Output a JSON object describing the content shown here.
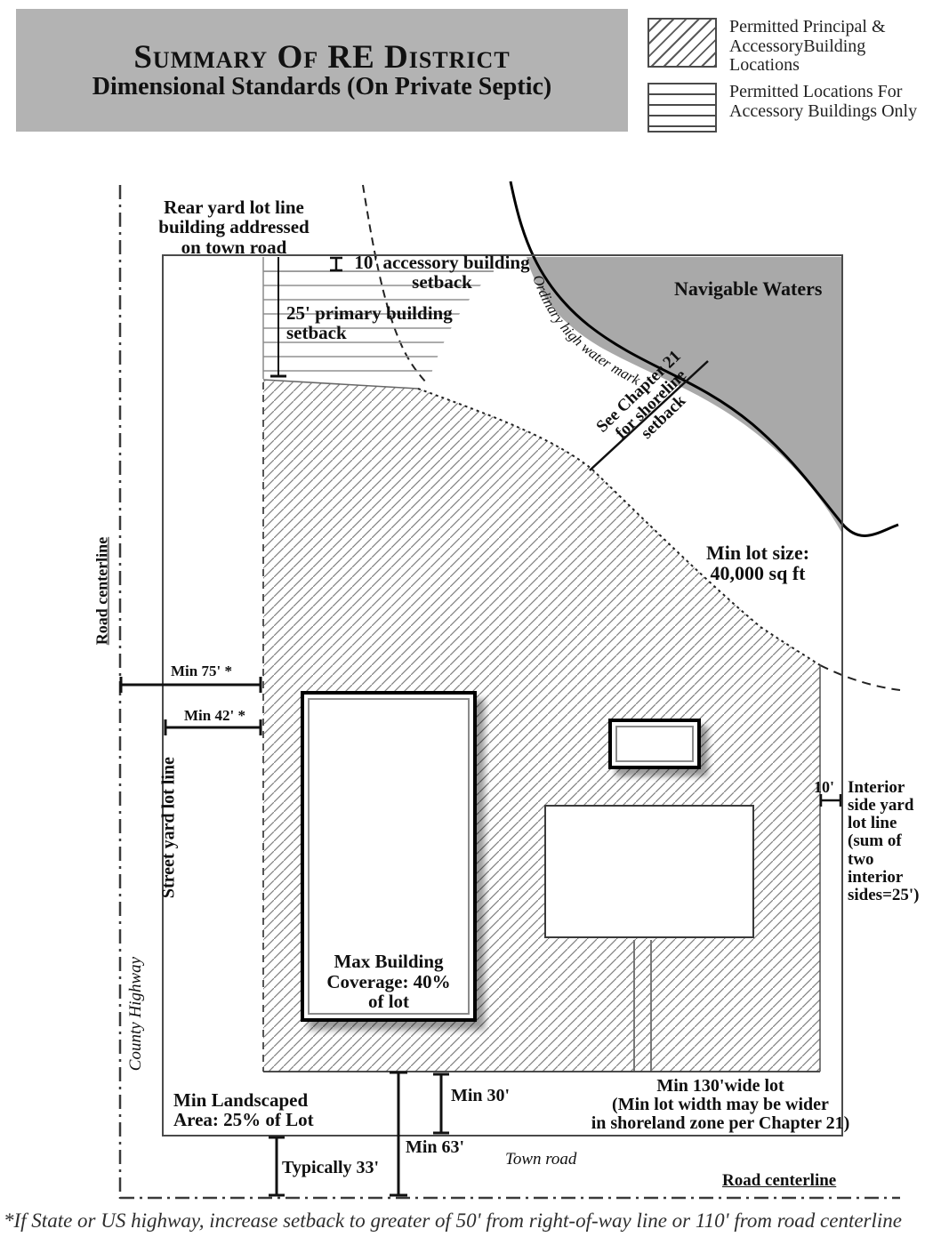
{
  "title": {
    "line1": "Summary Of RE District",
    "line2": "Dimensional Standards (On Private Septic)"
  },
  "legend": {
    "items": [
      {
        "icon": "diagonal-hatch-swatch",
        "lines": [
          "Permitted Principal &",
          "AccessoryBuilding",
          "Locations"
        ]
      },
      {
        "icon": "horizontal-lines-swatch",
        "lines": [
          "Permitted Locations For",
          "Accessory Buildings Only"
        ]
      }
    ]
  },
  "labels": {
    "rear_yard": [
      "Rear yard lot line",
      "building addressed",
      "on town road"
    ],
    "accessory_setback": [
      "10' accessory building",
      "setback"
    ],
    "primary_setback": [
      "25' primary building",
      "setback"
    ],
    "navigable_waters": "Navigable Waters",
    "ordinary_high_water_mark": "Ordinary high water mark",
    "shoreline_setback": [
      "See Chapter 21",
      "for shoreline",
      "setback"
    ],
    "min_lot_size": [
      "Min lot size:",
      "40,000 sq ft"
    ],
    "road_centerline_left": "Road centerline",
    "min_75": "Min 75' *",
    "min_42": "Min 42' *",
    "street_yard_lot_line": "Street yard lot line",
    "county_highway": "County Highway",
    "max_building_coverage": [
      "Max Building",
      "Coverage: 40%",
      "of lot"
    ],
    "interior_10": "10'",
    "interior_side_yard": [
      "Interior",
      "side yard",
      "lot line",
      "(sum of",
      "two",
      "interior",
      "sides=25')"
    ],
    "min_landscaped": [
      "Min Landscaped",
      "Area: 25% of Lot"
    ],
    "min_30": "Min 30'",
    "min_63": "Min 63'",
    "typically_33": "Typically 33'",
    "min_130": [
      "Min 130'wide lot",
      "(Min lot width may be wider",
      "in shoreland zone per Chapter 21)"
    ],
    "town_road": "Town road",
    "road_centerline_bottom": "Road centerline",
    "footnote": "*If State or US highway, increase setback to greater of  50' from right-of-way line or 110' from road centerline"
  },
  "colors": {
    "title_bg": "#b3b3b3",
    "water": "#a9a9a9",
    "hatch_line": "#7f7f7f",
    "ink": "#1a1a1a"
  }
}
